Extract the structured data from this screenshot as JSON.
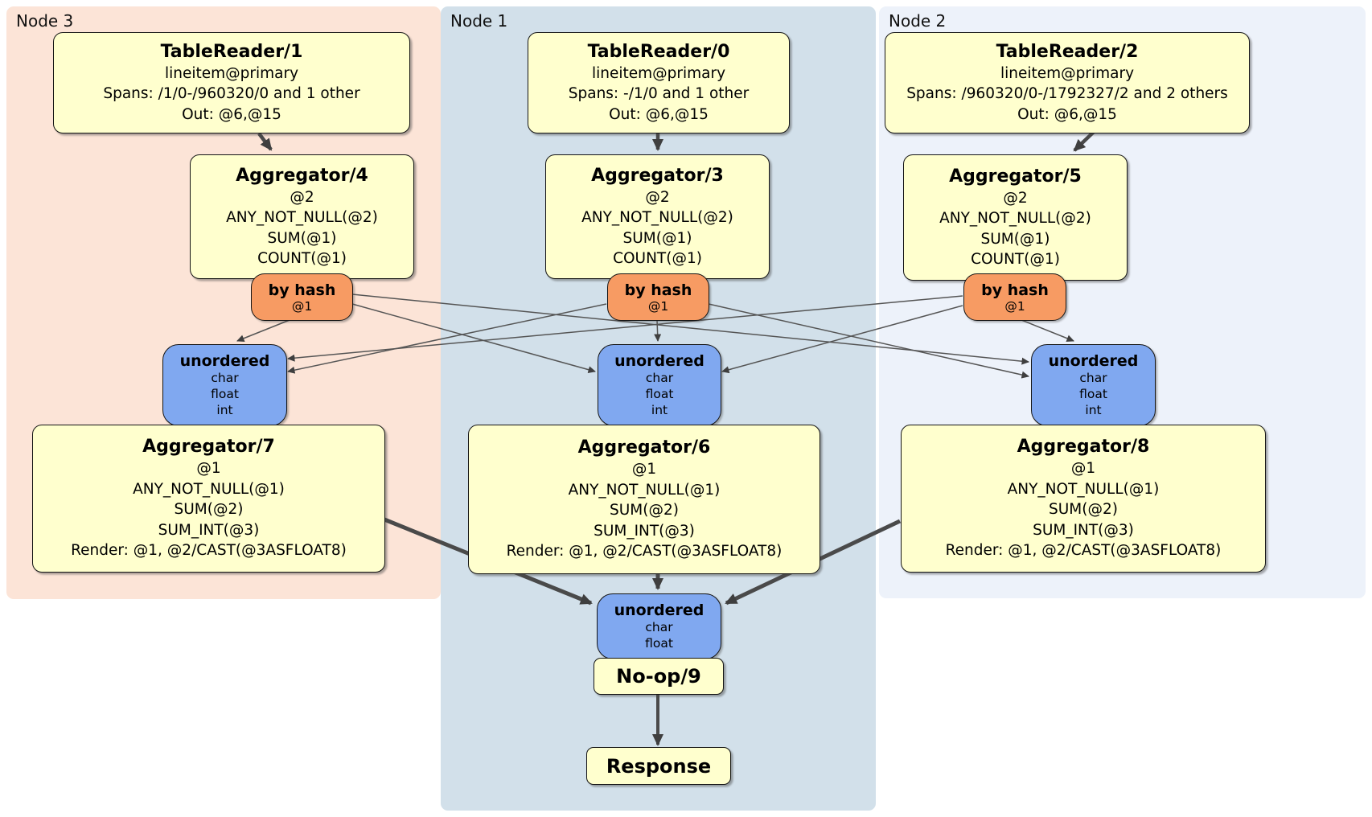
{
  "regions": {
    "node3": {
      "label": "Node 3"
    },
    "node1": {
      "label": "Node 1"
    },
    "node2": {
      "label": "Node 2"
    }
  },
  "boxes": {
    "tr1": {
      "title": "TableReader/1",
      "lines": [
        "lineitem@primary",
        "Spans: /1/0-/960320/0 and 1 other",
        "Out: @6,@15"
      ]
    },
    "agg4": {
      "title": "Aggregator/4",
      "lines": [
        "@2",
        "ANY_NOT_NULL(@2)",
        "SUM(@1)",
        "COUNT(@1)"
      ]
    },
    "byhash3": {
      "title": "by hash",
      "lines": [
        "@1"
      ]
    },
    "unordered3": {
      "title": "unordered",
      "lines": [
        "char",
        "float",
        "int"
      ]
    },
    "agg7": {
      "title": "Aggregator/7",
      "lines": [
        "@1",
        "ANY_NOT_NULL(@1)",
        "SUM(@2)",
        "SUM_INT(@3)",
        "Render: @1, @2/CAST(@3ASFLOAT8)"
      ]
    },
    "tr0": {
      "title": "TableReader/0",
      "lines": [
        "lineitem@primary",
        "Spans: -/1/0 and 1 other",
        "Out: @6,@15"
      ]
    },
    "agg3": {
      "title": "Aggregator/3",
      "lines": [
        "@2",
        "ANY_NOT_NULL(@2)",
        "SUM(@1)",
        "COUNT(@1)"
      ]
    },
    "byhash1": {
      "title": "by hash",
      "lines": [
        "@1"
      ]
    },
    "unordered1": {
      "title": "unordered",
      "lines": [
        "char",
        "float",
        "int"
      ]
    },
    "agg6": {
      "title": "Aggregator/6",
      "lines": [
        "@1",
        "ANY_NOT_NULL(@1)",
        "SUM(@2)",
        "SUM_INT(@3)",
        "Render: @1, @2/CAST(@3ASFLOAT8)"
      ]
    },
    "unorderedFinal": {
      "title": "unordered",
      "lines": [
        "char",
        "float"
      ]
    },
    "noop9": {
      "title": "No-op/9"
    },
    "response": {
      "title": "Response"
    },
    "tr2": {
      "title": "TableReader/2",
      "lines": [
        "lineitem@primary",
        "Spans: /960320/0-/1792327/2 and 2 others",
        "Out: @6,@15"
      ]
    },
    "agg5": {
      "title": "Aggregator/5",
      "lines": [
        "@2",
        "ANY_NOT_NULL(@2)",
        "SUM(@1)",
        "COUNT(@1)"
      ]
    },
    "byhash2": {
      "title": "by hash",
      "lines": [
        "@1"
      ]
    },
    "unordered2": {
      "title": "unordered",
      "lines": [
        "char",
        "float",
        "int"
      ]
    },
    "agg8": {
      "title": "Aggregator/8",
      "lines": [
        "@1",
        "ANY_NOT_NULL(@1)",
        "SUM(@2)",
        "SUM_INT(@3)",
        "Render: @1, @2/CAST(@3ASFLOAT8)"
      ]
    }
  },
  "colors": {
    "node3_bg": "#fce4d7",
    "node1_bg": "#d2e0ea",
    "node2_bg": "#edf2fa",
    "processor_fill": "#ffffce",
    "router_fill": "#f79b63",
    "sync_fill": "#80a8f0",
    "edge": "#4a4a4a"
  }
}
